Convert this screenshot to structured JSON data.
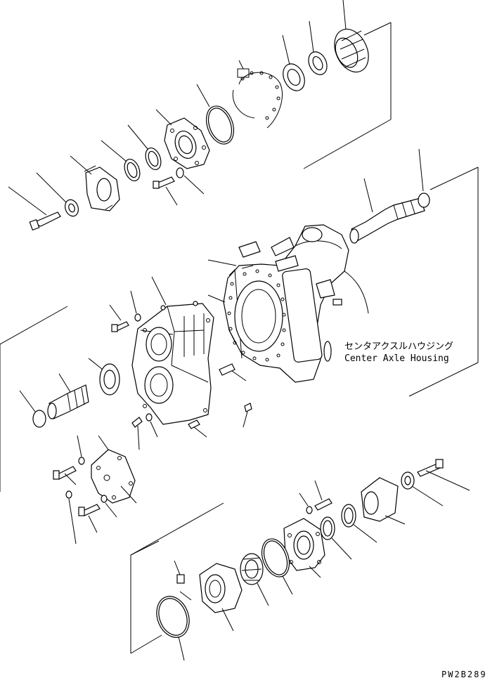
{
  "labels": {
    "housing_jp": "センタアクスルハウジング",
    "housing_en": "Center Axle Housing",
    "drawing_code": "PW2B289"
  }
}
